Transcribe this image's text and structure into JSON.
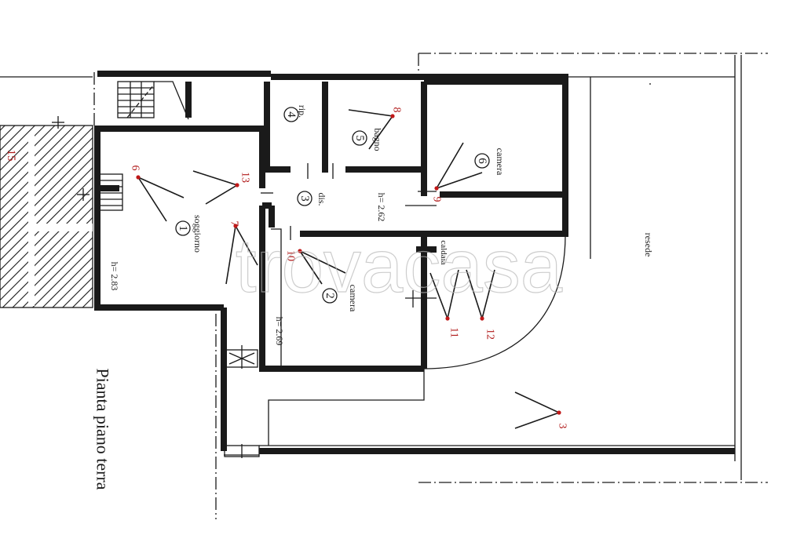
{
  "title": "Pianta piano terra",
  "watermark": "trovacasa",
  "rooms": [
    {
      "id": "soggiorno",
      "name": "soggiorno",
      "number": "1"
    },
    {
      "id": "camera-2",
      "name": "camera",
      "number": "2"
    },
    {
      "id": "dis",
      "name": "dis.",
      "number": "3"
    },
    {
      "id": "rip",
      "name": "rip.",
      "number": "4"
    },
    {
      "id": "bagno",
      "name": "bagno",
      "number": "5"
    },
    {
      "id": "camera-6",
      "name": "camera",
      "number": "6"
    }
  ],
  "labels": {
    "resede": "resede",
    "caldaia": "caldaia",
    "left_unit": "15"
  },
  "heights": {
    "soggiorno": "h= 2.83",
    "camera": "h= 2.69",
    "corridor": "h= 2.62"
  },
  "photo_points": [
    "8",
    "9",
    "6",
    "13",
    "7",
    "10",
    "11",
    "12",
    "3"
  ],
  "colors": {
    "photo_point": "#c01818",
    "ink": "#1a1a1a"
  }
}
